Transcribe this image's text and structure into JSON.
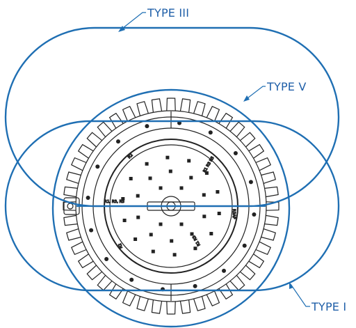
{
  "labels": {
    "type_iii": "TYPE III",
    "type_v": "TYPE V",
    "type_i": "TYPE I"
  },
  "fixture_marks": {
    "r1_r3_r5": "R1, R3, R5",
    "r3ap": "R3AP",
    "r1_l2_tl": "R2",
    "r1_r3_r5_tr": "R1 R3 R5",
    "r_bl": "R2",
    "r_br": "R1 R3"
  },
  "colors": {
    "distribution_lines": "#1f6fb3",
    "label_text": "#1f5fa8",
    "fixture_lines": "#222222"
  },
  "icons": {
    "fins": "heat-sink-fins",
    "led": "led-module"
  }
}
